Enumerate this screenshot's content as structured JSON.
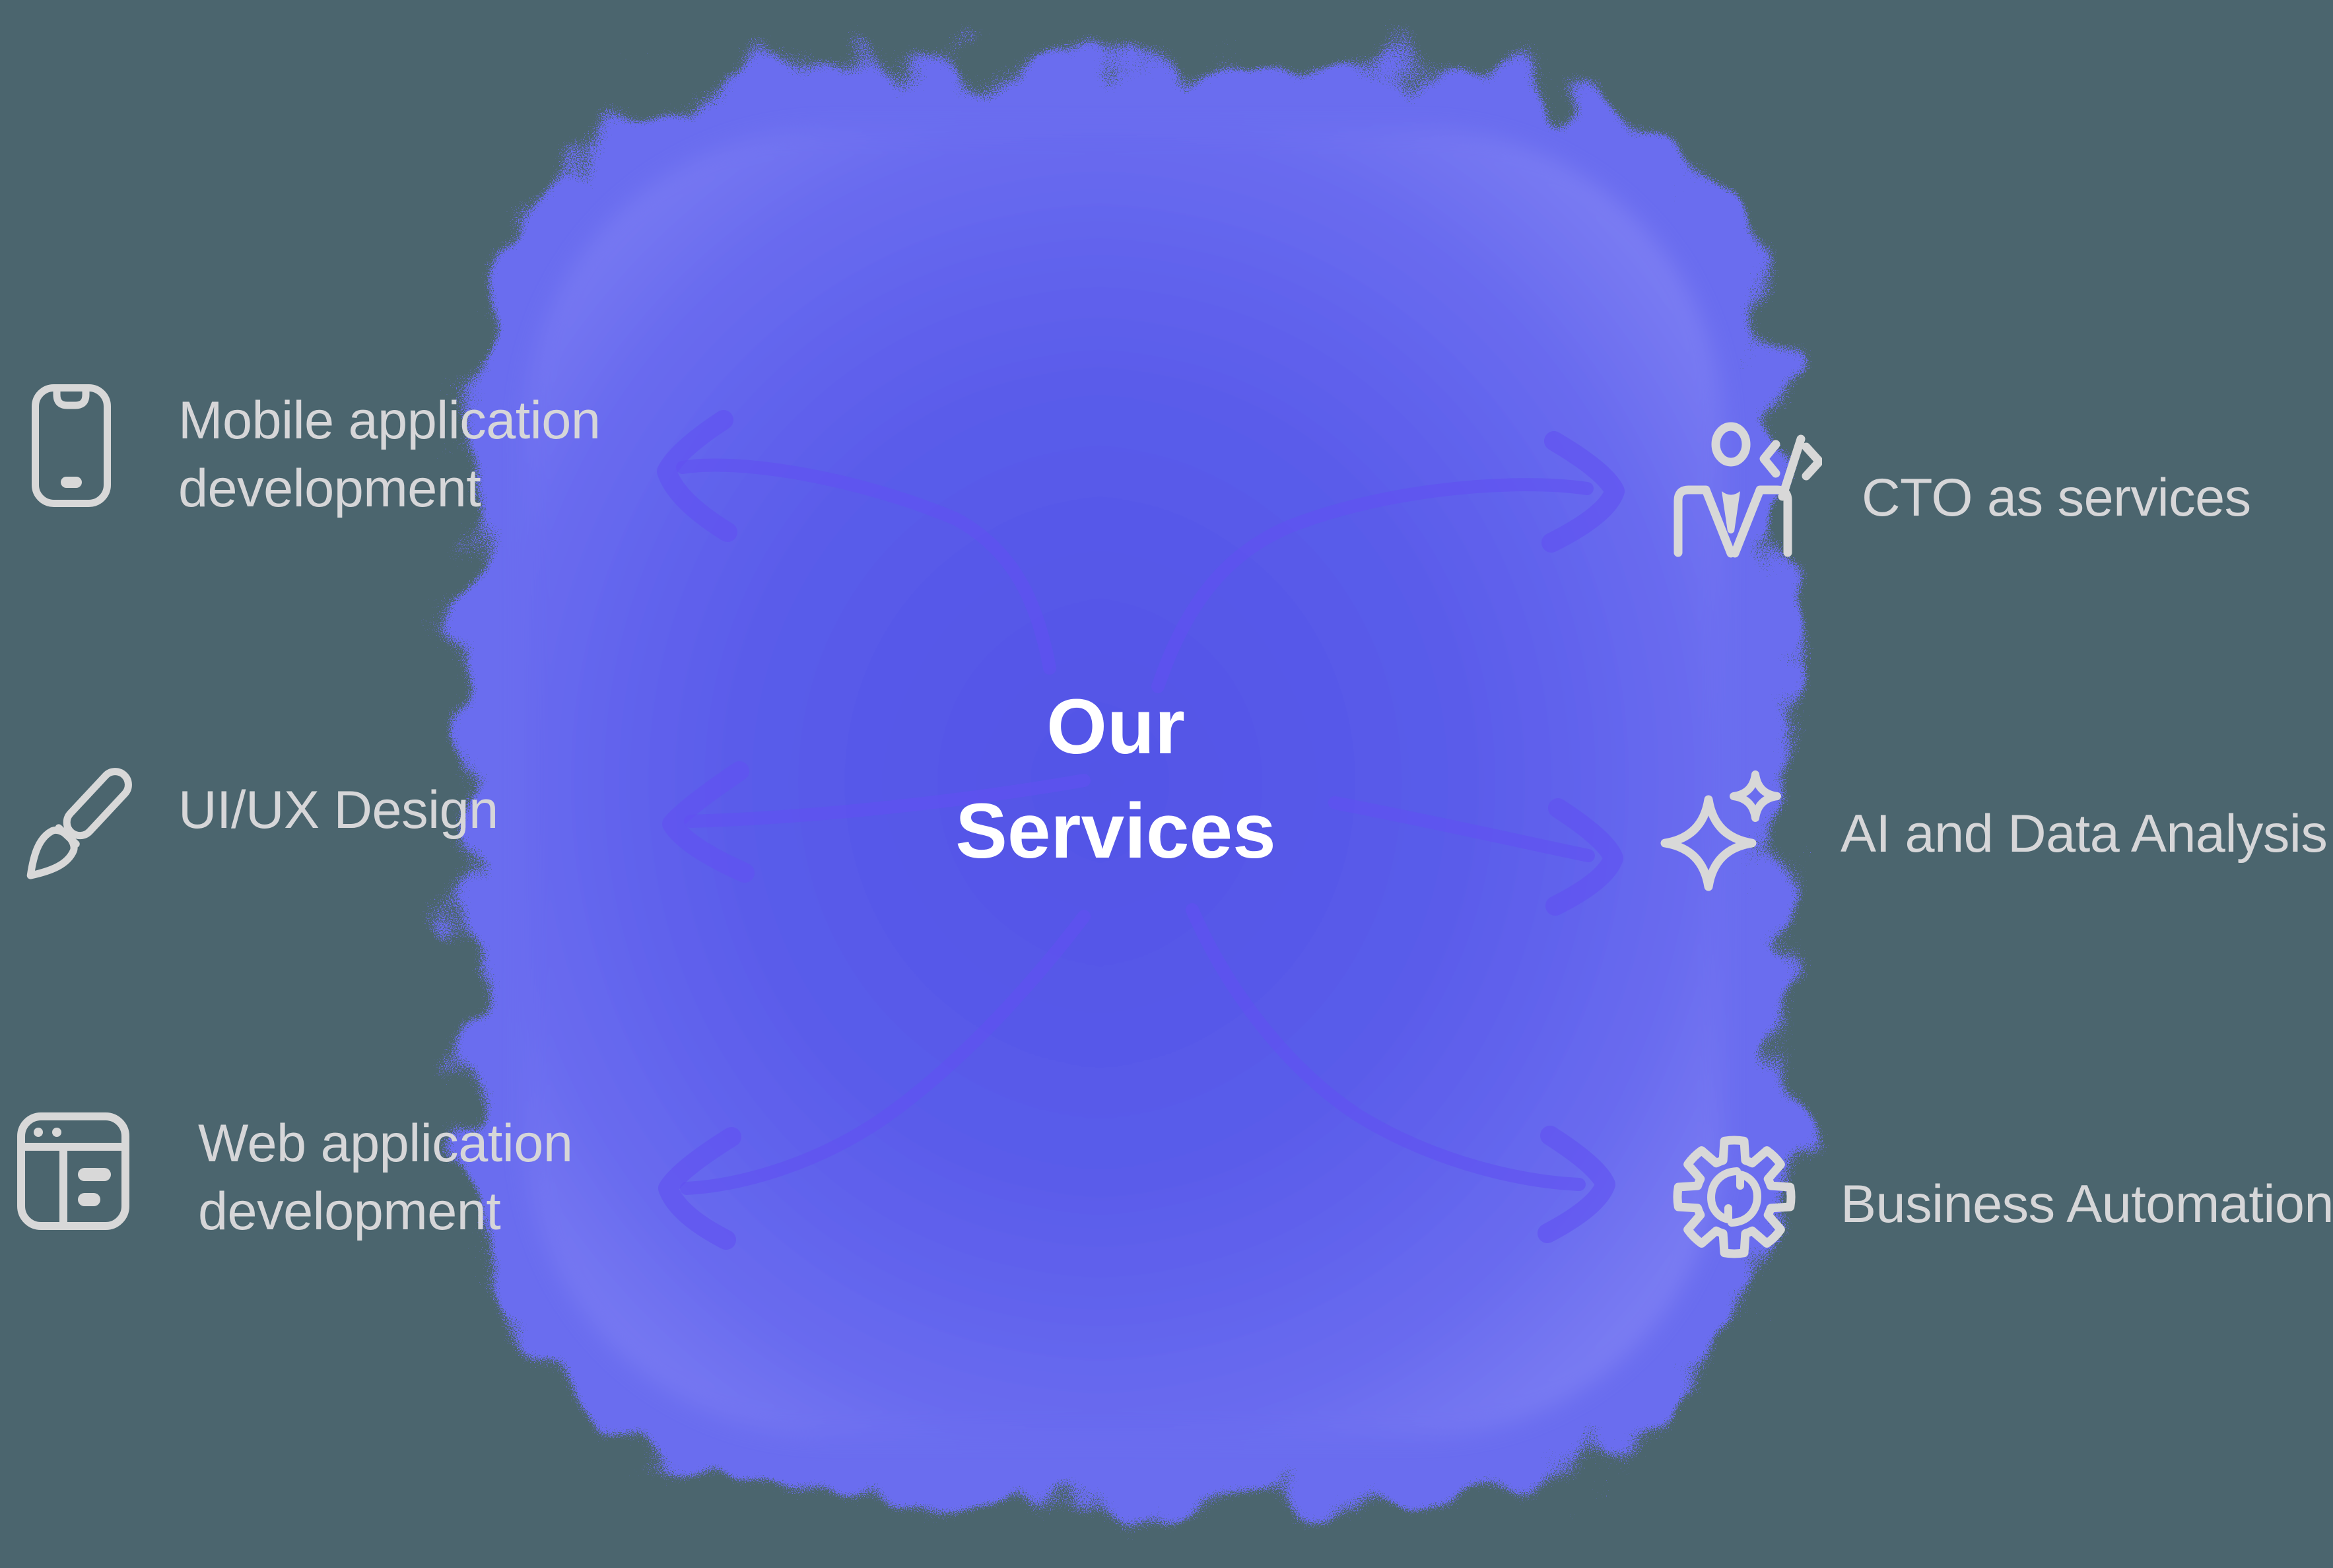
{
  "title": {
    "lines": [
      "Our",
      "Services"
    ]
  },
  "services": {
    "left": [
      {
        "icon": "smartphone-icon",
        "lines": [
          "Mobile application",
          "development"
        ]
      },
      {
        "icon": "paintbrush-icon",
        "lines": [
          "UI/UX Design"
        ]
      },
      {
        "icon": "browser-window-icon",
        "lines": [
          "Web application",
          "development"
        ]
      }
    ],
    "right": [
      {
        "icon": "cto-person-code-icon",
        "lines": [
          "CTO as services"
        ]
      },
      {
        "icon": "ai-sparkles-icon",
        "lines": [
          "AI and Data Analysis"
        ]
      },
      {
        "icon": "automation-gear-icon",
        "lines": [
          "Business Automation"
        ]
      }
    ]
  },
  "colors": {
    "background": "#4B656E",
    "blob_center": "#5254E6",
    "blob_mid": "#5A5CEA",
    "blob_edge": "#6B6DEF",
    "blob_outer": "#7B7DF3",
    "arrow": "#6050F2",
    "icon_stroke": "#D8D8D8",
    "label_text": "#D6D6D8",
    "title_text": "#FFFFFF"
  }
}
